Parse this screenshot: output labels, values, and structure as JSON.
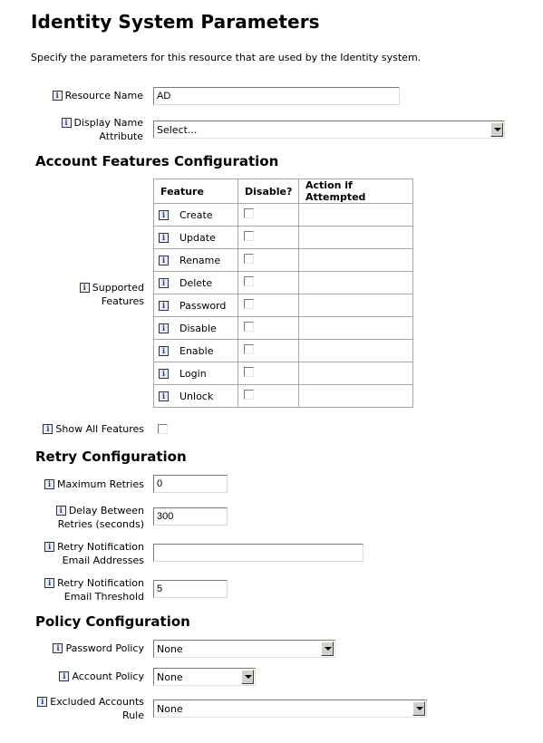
{
  "page": {
    "title": "Identity System Parameters",
    "description": "Specify the parameters for this resource that are used by the Identity system."
  },
  "fields": {
    "resource_name": {
      "label": "Resource Name",
      "value": "AD"
    },
    "display_name_attribute": {
      "label_line1": "Display Name",
      "label_line2": "Attribute",
      "value": "Select..."
    }
  },
  "account_features": {
    "heading": "Account Features Configuration",
    "label_line1": "Supported",
    "label_line2": "Features",
    "columns": [
      "Feature",
      "Disable?",
      "Action if Attempted"
    ],
    "rows": [
      {
        "feature": "Create"
      },
      {
        "feature": "Update"
      },
      {
        "feature": "Rename"
      },
      {
        "feature": "Delete"
      },
      {
        "feature": "Password"
      },
      {
        "feature": "Disable"
      },
      {
        "feature": "Enable"
      },
      {
        "feature": "Login"
      },
      {
        "feature": "Unlock"
      }
    ],
    "show_all_label": "Show All Features"
  },
  "retry": {
    "heading": "Retry Configuration",
    "max_retries": {
      "label": "Maximum Retries",
      "value": "0"
    },
    "delay": {
      "label_line1": "Delay Between",
      "label_line2": "Retries (seconds)",
      "value": "300"
    },
    "email_addresses": {
      "label_line1": "Retry Notification",
      "label_line2": "Email Addresses",
      "value": ""
    },
    "email_threshold": {
      "label_line1": "Retry Notification",
      "label_line2": "Email Threshold",
      "value": "5"
    }
  },
  "policy": {
    "heading": "Policy Configuration",
    "password_policy": {
      "label": "Password Policy",
      "value": "None"
    },
    "account_policy": {
      "label": "Account Policy",
      "value": "None"
    },
    "excluded_accounts": {
      "label_line1": "Excluded Accounts",
      "label_line2": "Rule",
      "value": "None"
    }
  },
  "icons": {
    "info": "info-icon",
    "info_glyph": "i"
  }
}
